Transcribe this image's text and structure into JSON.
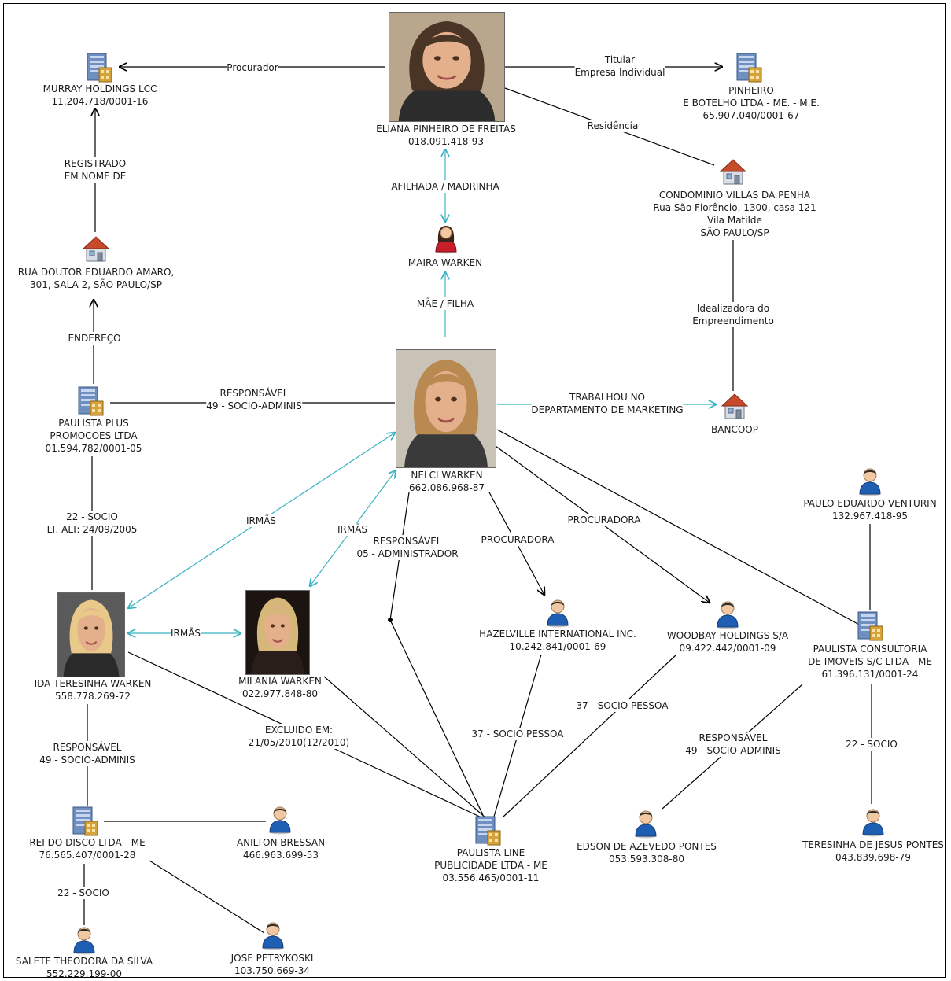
{
  "nodes": {
    "eliana": [
      "ELIANA PINHEIRO DE FREITAS",
      "018.091.418-93"
    ],
    "murray": [
      "MURRAY HOLDINGS LCC",
      "11.204.718/0001-16"
    ],
    "pinheiro": [
      "PINHEIRO",
      "E BOTELHO LTDA - ME. - M.E.",
      "65.907.040/0001-67"
    ],
    "condominio": [
      "CONDOMINIO VILLAS DA PENHA",
      "Rua São Florêncio, 1300, casa 121",
      "Vila Matilde",
      "SÃO PAULO/SP"
    ],
    "rua": [
      "RUA DOUTOR EDUARDO AMARO,",
      "301, SALA 2, SÃO PAULO/SP"
    ],
    "maira": [
      "MAIRA WARKEN"
    ],
    "paulista_plus": [
      "PAULISTA PLUS",
      "PROMOCOES LTDA",
      "01.594.782/0001-05"
    ],
    "nelci": [
      "NELCI WARKEN",
      "662.086.968-87"
    ],
    "bancoop": [
      "BANCOOP"
    ],
    "paulo": [
      "PAULO EDUARDO VENTURIN",
      "132.967.418-95"
    ],
    "ida": [
      "IDA TERESINHA WARKEN",
      "558.778.269-72"
    ],
    "milania": [
      "MILANIA WARKEN",
      "022.977.848-80"
    ],
    "hazelville": [
      "HAZELVILLE INTERNATIONAL INC.",
      "10.242.841/0001-69"
    ],
    "woodbay": [
      "WOODBAY HOLDINGS S/A",
      "09.422.442/0001-09"
    ],
    "paulista_consultoria": [
      "PAULISTA CONSULTORIA",
      "DE IMOVEIS S/C LTDA - ME",
      "61.396.131/0001-24"
    ],
    "rei": [
      "REI DO DISCO LTDA - ME",
      "76.565.407/0001-28"
    ],
    "anilton": [
      "ANILTON BRESSAN",
      "466.963.699-53"
    ],
    "paulista_line": [
      "PAULISTA LINE",
      "PUBLICIDADE LTDA - ME",
      "03.556.465/0001-11"
    ],
    "edson": [
      "EDSON DE AZEVEDO PONTES",
      "053.593.308-80"
    ],
    "teresinha": [
      "TERESINHA DE JESUS PONTES",
      "043.839.698-79"
    ],
    "salete": [
      "SALETE THEODORA DA SILVA",
      "552.229.199-00"
    ],
    "jose": [
      "JOSE PETRYKOSKI",
      "103.750.669-34"
    ]
  },
  "edge_labels": {
    "procurador": [
      "Procurador"
    ],
    "titular": [
      "Titular",
      "Empresa Individual"
    ],
    "residencia": [
      "Residência"
    ],
    "registrado": [
      "REGISTRADO",
      "EM NOME DE"
    ],
    "afilhada": [
      "AFILHADA / MADRINHA"
    ],
    "mae": [
      "MÃE / FILHA"
    ],
    "idealizadora": [
      "Idealizadora do",
      "Empreendimento"
    ],
    "endereco": [
      "ENDEREÇO"
    ],
    "responsavel_plus": [
      "RESPONSÁVEL",
      "49 - SOCIO-ADMINIS"
    ],
    "trabalhou": [
      "TRABALHOU NO",
      "DEPARTAMENTO DE MARKETING"
    ],
    "socio_plus": [
      "22 - SOCIO",
      "LT.  ALT: 24/09/2005"
    ],
    "irmas_ida_nelci": [
      "IRMÃS"
    ],
    "irmas_mil_nelci": [
      "IRMÃS"
    ],
    "responsavel_admin": [
      "RESPONSÁVEL",
      "05 - ADMINISTRADOR"
    ],
    "procuradora_hazel": [
      "PROCURADORA"
    ],
    "procuradora_wood": [
      "PROCURADORA"
    ],
    "irmas_ida_mil": [
      "IRMÃS"
    ],
    "excluido": [
      "EXCLUÍDO EM:",
      "21/05/2010(12/2010)"
    ],
    "socio_pessoa_hazel": [
      "37 - SOCIO PESSOA"
    ],
    "socio_pessoa_wood": [
      "37 - SOCIO PESSOA"
    ],
    "responsavel_ida": [
      "RESPONSÁVEL",
      "49 - SOCIO-ADMINIS"
    ],
    "responsavel_edson": [
      "RESPONSÁVEL",
      "49 - SOCIO-ADMINIS"
    ],
    "socio_cons": [
      "22 - SOCIO"
    ],
    "socio_rei": [
      "22 - SOCIO"
    ]
  },
  "colors": {
    "black_edge": "#000000",
    "teal_edge": "#3bb3c3",
    "person_blue": "#1f5fb3",
    "building_blue": "#6e8fc0",
    "building_gold": "#d6a23a",
    "house_red": "#c74a2a",
    "female_red": "#c61f2a"
  },
  "icons": {
    "eliana": "photo",
    "murray": "building-icon",
    "pinheiro": "building-icon",
    "condominio": "house-icon",
    "rua": "house-icon",
    "maira": "female-person-icon",
    "paulista_plus": "building-icon",
    "nelci": "photo",
    "bancoop": "house-icon",
    "paulo": "person-icon",
    "ida": "photo",
    "milania": "photo",
    "hazelville": "person-icon",
    "woodbay": "person-icon",
    "paulista_consultoria": "building-icon",
    "rei": "building-icon",
    "anilton": "person-icon",
    "paulista_line": "building-icon",
    "edson": "person-icon",
    "teresinha": "person-icon",
    "salete": "person-icon",
    "jose": "person-icon"
  }
}
